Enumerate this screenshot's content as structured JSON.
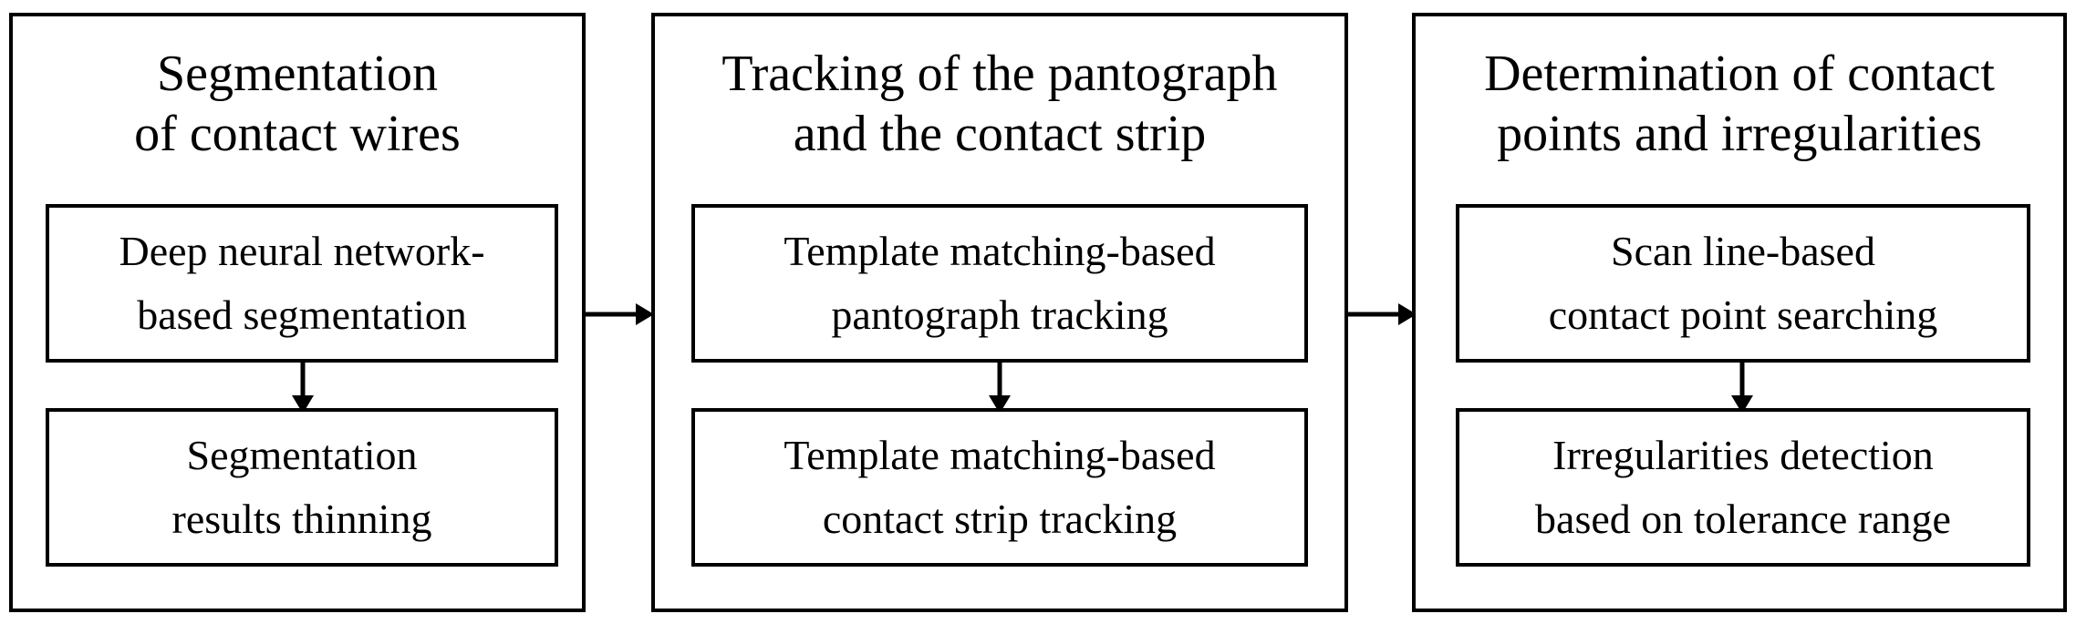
{
  "panels": [
    {
      "title_line1": "Segmentation",
      "title_line2": "of contact wires",
      "box1_line1": "Deep neural network-",
      "box1_line2": "based segmentation",
      "box2_line1": "Segmentation",
      "box2_line2": "results thinning"
    },
    {
      "title_line1": "Tracking of the pantograph",
      "title_line2": "and the contact strip",
      "box1_line1": "Template matching-based",
      "box1_line2": "pantograph tracking",
      "box2_line1": "Template matching-based",
      "box2_line2": "contact strip tracking"
    },
    {
      "title_line1": "Determination of contact",
      "title_line2": "points and irregularities",
      "box1_line1": "Scan line-based",
      "box1_line2": "contact point searching",
      "box2_line1": "Irregularities detection",
      "box2_line2": "based on tolerance range"
    }
  ],
  "colors": {
    "stroke": "#000000",
    "background": "#ffffff"
  }
}
